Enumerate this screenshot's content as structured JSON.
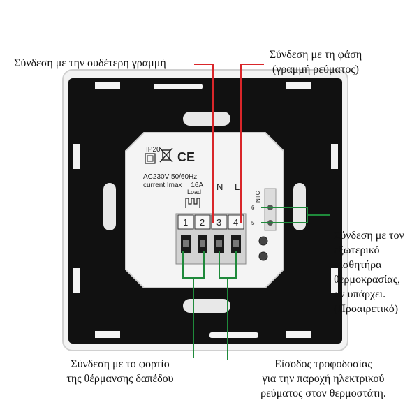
{
  "device": {
    "ip_rating": "IP20",
    "ce_mark": "CE",
    "rating_voltage": "AC230V 50/60Hz",
    "rating_current": "current Imax　 16A",
    "load_label": "Load",
    "terminal_n": "N",
    "terminal_l": "L",
    "ntc_label": "NTC",
    "ntc_pin_6": "6",
    "ntc_pin_5": "5",
    "terminals": [
      "1",
      "2",
      "3",
      "4"
    ]
  },
  "callouts": {
    "neutral": "Σύνδεση με την ουδέτερη γραμμή",
    "phase_line1": "Σύνδεση με τη φάση",
    "phase_line2": "(γραμμή ρεύματος)",
    "sensor_lines": [
      "Σύνδεση με τον",
      "εξωτερικό",
      "αισθητήρα",
      "θερμοκρασίας,",
      "αν υπάρχει.",
      "(Προαιρετικό)"
    ],
    "load_lines": [
      "Σύνδεση με το φορτίο",
      "της θέρμανσης δαπέδου"
    ],
    "power_lines": [
      "Είσοδος τροφοδοσίας",
      "για την παροχή ηλεκτρικού",
      "ρεύματος στον θερμοστάτη."
    ]
  },
  "colors": {
    "red_line": "#d9262a",
    "green_line": "#1f8a3b",
    "panel": "#111111",
    "frame": "#f2f2f2"
  }
}
